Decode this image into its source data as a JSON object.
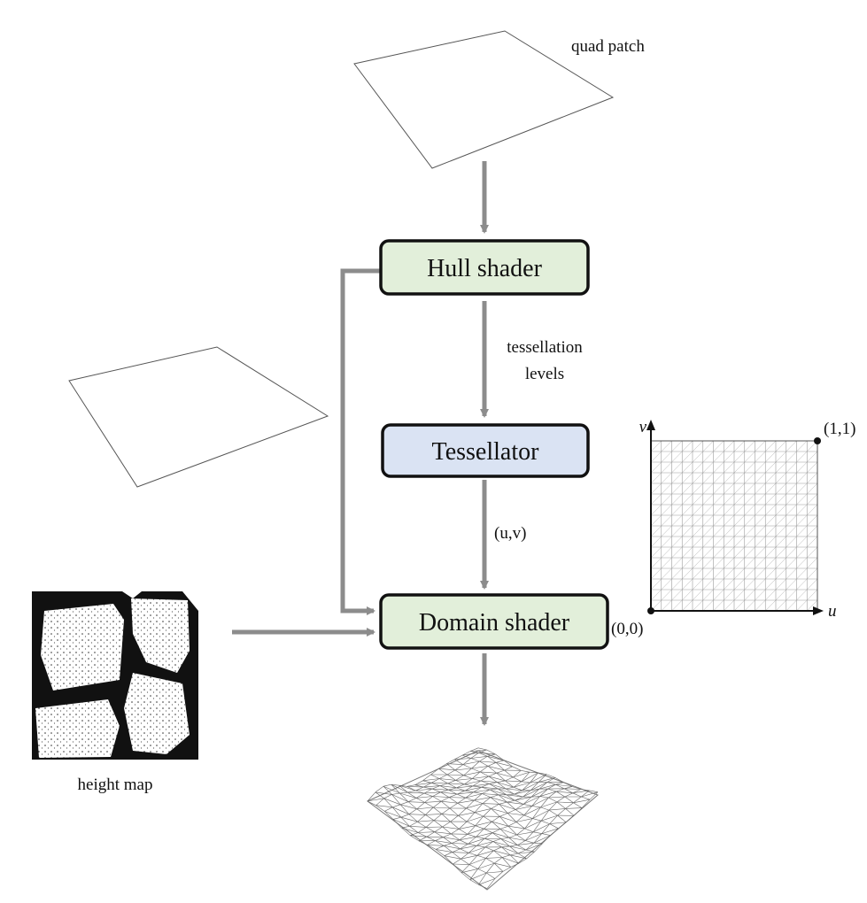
{
  "stages": {
    "hull": {
      "label": "Hull shader",
      "fill": "#e2efda"
    },
    "tessellator": {
      "label": "Tessellator",
      "fill": "#dae3f3"
    },
    "domain": {
      "label": "Domain shader",
      "fill": "#e2efda"
    }
  },
  "labels": {
    "quad_patch": "quad patch",
    "tess_levels_line1": "tessellation",
    "tess_levels_line2": "levels",
    "uv_param": "(u,v)",
    "height_map": "height map"
  },
  "uv_grid": {
    "axis_v": "v",
    "axis_u": "u",
    "corner_top_right": "(1,1)",
    "corner_bottom_left": "(0,0)"
  },
  "colors": {
    "arrow": "#8c8c8c",
    "box_border": "#111111",
    "grid_line": "#9a9a9a"
  }
}
